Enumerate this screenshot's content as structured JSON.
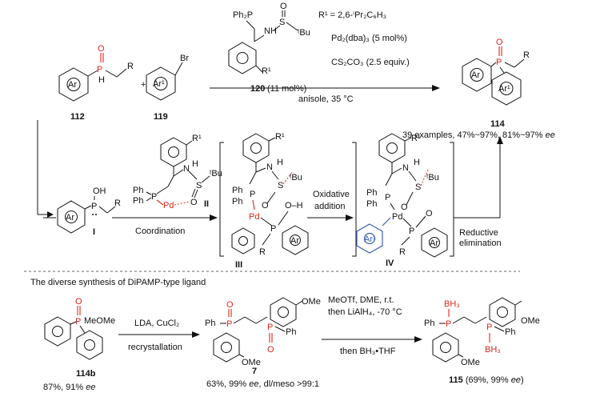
{
  "top": {
    "compound_112": "112",
    "compound_119": "119",
    "compound_114": "114",
    "compound_120_bold": "120",
    "compound_120_rest": "(11 mol%)",
    "reagent_r1": "R¹ = 2,6-ⁱPr₂C₆H₃",
    "reagent_pd": "Pd₂(dba)₃ (5 mol%)",
    "reagent_base": "CS₂CO₃ (2.5 equiv.)",
    "solvent": "anisole, 35 °C",
    "result_prefix": "39 examples, 47%~97%, 81%~97%",
    "result_ee": "ee",
    "plus": "+",
    "ph2p": "Ph₂P",
    "tbu": "ᵗBu",
    "r1": "R¹",
    "ar": "Ar",
    "ar1": "Ar¹",
    "br": "Br",
    "p": "P",
    "o": "O",
    "h": "H",
    "r": "R",
    "s": "S",
    "n": "N",
    "nh": "NH"
  },
  "mechanism": {
    "label_I": "I",
    "label_II": "II",
    "label_III": "III",
    "label_IV": "IV",
    "coordination": "Coordination",
    "oxidative_1": "Oxidative",
    "oxidative_2": "addition",
    "reductive_1": "Reductive",
    "reductive_2": "elimination",
    "oh": "OH",
    "o_h": "O–H",
    "pd": "Pd",
    "ph": "Ph",
    "o": "O",
    "p": "P",
    "s": "S",
    "n": "N",
    "h": "H",
    "r": "R",
    "r1": "R¹",
    "tbu": "ᵗBu",
    "ar": "Ar",
    "ar1": "Ar¹"
  },
  "bottom": {
    "heading": "The diverse synthesis of DiPAMP-type ligand",
    "compound_114b": "114b",
    "yield_114b_prefix": "87%, 91%",
    "yield_114b_ee": "ee",
    "step1_reagent": "LDA, CuCl₂",
    "step1_process": "recrystallation",
    "compound_7": "7",
    "yield_7_prefix": "63%, 99%",
    "yield_7_ee": "ee",
    "yield_7_suffix": ", dl/meso >99:1",
    "step2_line1": "MeOTf, DME, r.t.",
    "step2_line2": "then LiAlH₄, -70 °C",
    "step2_line3": "then BH₃•THF",
    "compound_115_bold": "115",
    "compound_115_rest": "(69%, 99%",
    "compound_115_ee": "ee",
    "compound_115_close": ")",
    "meome": "MeOMe",
    "ome": "OMe",
    "ph": "Ph",
    "p": "P",
    "o": "O",
    "bh3": "BH₃"
  }
}
